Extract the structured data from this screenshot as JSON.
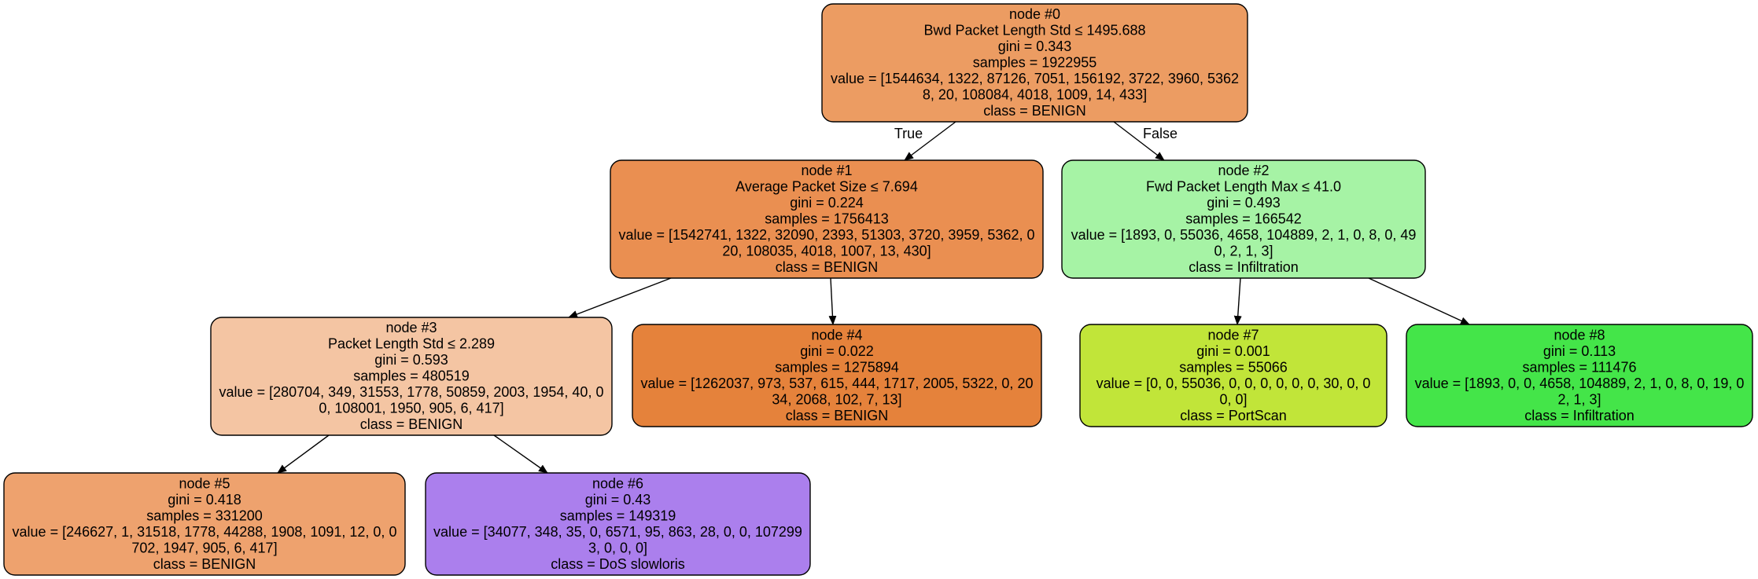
{
  "nodes": [
    {
      "id": 0,
      "color": "#ec9c62",
      "lines": [
        "node #0",
        "Bwd Packet Length Std ≤ 1495.688",
        "gini = 0.343",
        "samples = 1922955",
        "value = [1544634, 1322, 87126, 7051, 156192, 3722, 3960, 5362",
        "8, 20, 108084, 4018, 1009, 14, 433]",
        "class = BENIGN"
      ]
    },
    {
      "id": 1,
      "color": "#ea8f51",
      "lines": [
        "node #1",
        "Average Packet Size ≤ 7.694",
        "gini = 0.224",
        "samples = 1756413",
        "value = [1542741, 1322, 32090, 2393, 51303, 3720, 3959, 5362, 0",
        "20, 108035, 4018, 1007, 13, 430]",
        "class = BENIGN"
      ]
    },
    {
      "id": 2,
      "color": "#a6f3a5",
      "lines": [
        "node #2",
        "Fwd Packet Length Max ≤ 41.0",
        "gini = 0.493",
        "samples = 166542",
        "value = [1893, 0, 55036, 4658, 104889, 2, 1, 0, 8, 0, 49",
        "0, 2, 1, 3]",
        "class = Infiltration"
      ]
    },
    {
      "id": 3,
      "color": "#f4c5a3",
      "lines": [
        "node #3",
        "Packet Length Std ≤ 2.289",
        "gini = 0.593",
        "samples = 480519",
        "value = [280704, 349, 31553, 1778, 50859, 2003, 1954, 40, 0",
        "0, 108001, 1950, 905, 6, 417]",
        "class = BENIGN"
      ]
    },
    {
      "id": 4,
      "color": "#e5823b",
      "lines": [
        "node #4",
        "gini = 0.022",
        "samples = 1275894",
        "value = [1262037, 973, 537, 615, 444, 1717, 2005, 5322, 0, 20",
        "34, 2068, 102, 7, 13]",
        "class = BENIGN"
      ]
    },
    {
      "id": 5,
      "color": "#eea26e",
      "lines": [
        "node #5",
        "gini = 0.418",
        "samples = 331200",
        "value = [246627, 1, 31518, 1778, 44288, 1908, 1091, 12, 0, 0",
        "702, 1947, 905, 6, 417]",
        "class = BENIGN"
      ]
    },
    {
      "id": 6,
      "color": "#ab7fed",
      "lines": [
        "node #6",
        "gini = 0.43",
        "samples = 149319",
        "value = [34077, 348, 35, 0, 6571, 95, 863, 28, 0, 0, 107299",
        "3, 0, 0, 0]",
        "class = DoS slowloris"
      ]
    },
    {
      "id": 7,
      "color": "#c1e539",
      "lines": [
        "node #7",
        "gini = 0.001",
        "samples = 55066",
        "value = [0, 0, 55036, 0, 0, 0, 0, 0, 0, 30, 0, 0",
        "0, 0]",
        "class = PortScan"
      ]
    },
    {
      "id": 8,
      "color": "#44e549",
      "lines": [
        "node #8",
        "gini = 0.113",
        "samples = 111476",
        "value = [1893, 0, 0, 4658, 104889, 2, 1, 0, 8, 0, 19, 0",
        "2, 1, 3]",
        "class = Infiltration"
      ]
    }
  ],
  "edges": [
    {
      "from": 0,
      "to": 1,
      "label": "True"
    },
    {
      "from": 0,
      "to": 2,
      "label": "False"
    },
    {
      "from": 1,
      "to": 3,
      "label": ""
    },
    {
      "from": 1,
      "to": 4,
      "label": ""
    },
    {
      "from": 2,
      "to": 7,
      "label": ""
    },
    {
      "from": 2,
      "to": 8,
      "label": ""
    },
    {
      "from": 3,
      "to": 5,
      "label": ""
    },
    {
      "from": 3,
      "to": 6,
      "label": ""
    }
  ]
}
